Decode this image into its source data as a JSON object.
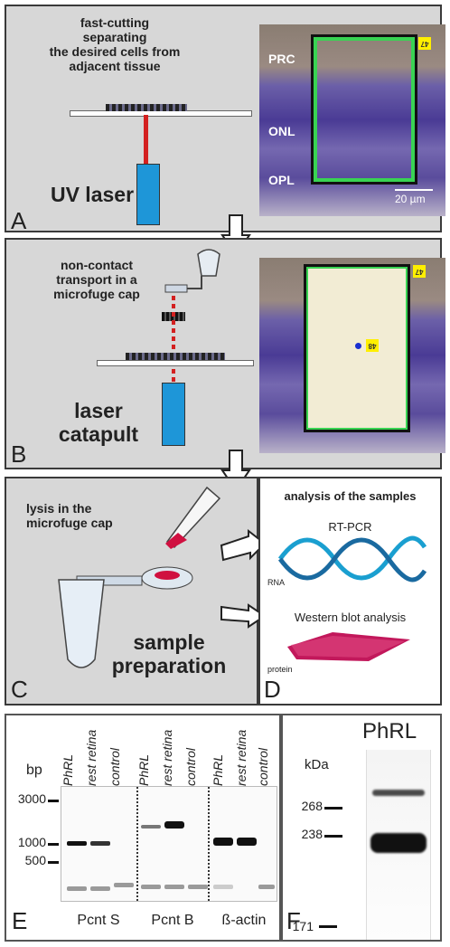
{
  "panel_a": {
    "letter": "A",
    "caption": "fast-cutting\nseparating\nthe desired cells from\nadjacent tissue",
    "device": "UV laser",
    "layers": [
      "PRC",
      "ONL",
      "OPL"
    ],
    "scale": "20 µm",
    "tag": "47"
  },
  "panel_b": {
    "letter": "B",
    "caption": "non-contact\ntransport in a\nmicrofuge cap",
    "device": "laser\ncatapult",
    "tag_top": "47",
    "tag_center": "48"
  },
  "panel_c": {
    "letter": "C",
    "caption": "lysis in the\nmicrofuge cap",
    "step": "sample\npreparation"
  },
  "panel_d": {
    "letter": "D",
    "title": "analysis of the samples",
    "method1": "RT-PCR",
    "molecule1": "RNA",
    "method2": "Western blot analysis",
    "molecule2": "protein"
  },
  "panel_e": {
    "letter": "E",
    "unit": "bp",
    "ladder": [
      "3000",
      "1000",
      "500"
    ],
    "lanes": [
      "PhRL",
      "rest retina",
      "control",
      "PhRL",
      "rest retina",
      "control",
      "PhRL",
      "rest retina",
      "control"
    ],
    "groups": [
      "Pcnt S",
      "Pcnt B",
      "ß-actin"
    ]
  },
  "panel_f": {
    "letter": "F",
    "title": "PhRL",
    "unit": "kDa",
    "markers": [
      "268",
      "238",
      "171"
    ]
  },
  "colors": {
    "panel_bg": "#d7d7d7",
    "laser_red": "#d32020",
    "laser_device": "#1e96d8",
    "cut_outline": "#39d353",
    "tissue_purple": "#5a4a9a"
  }
}
